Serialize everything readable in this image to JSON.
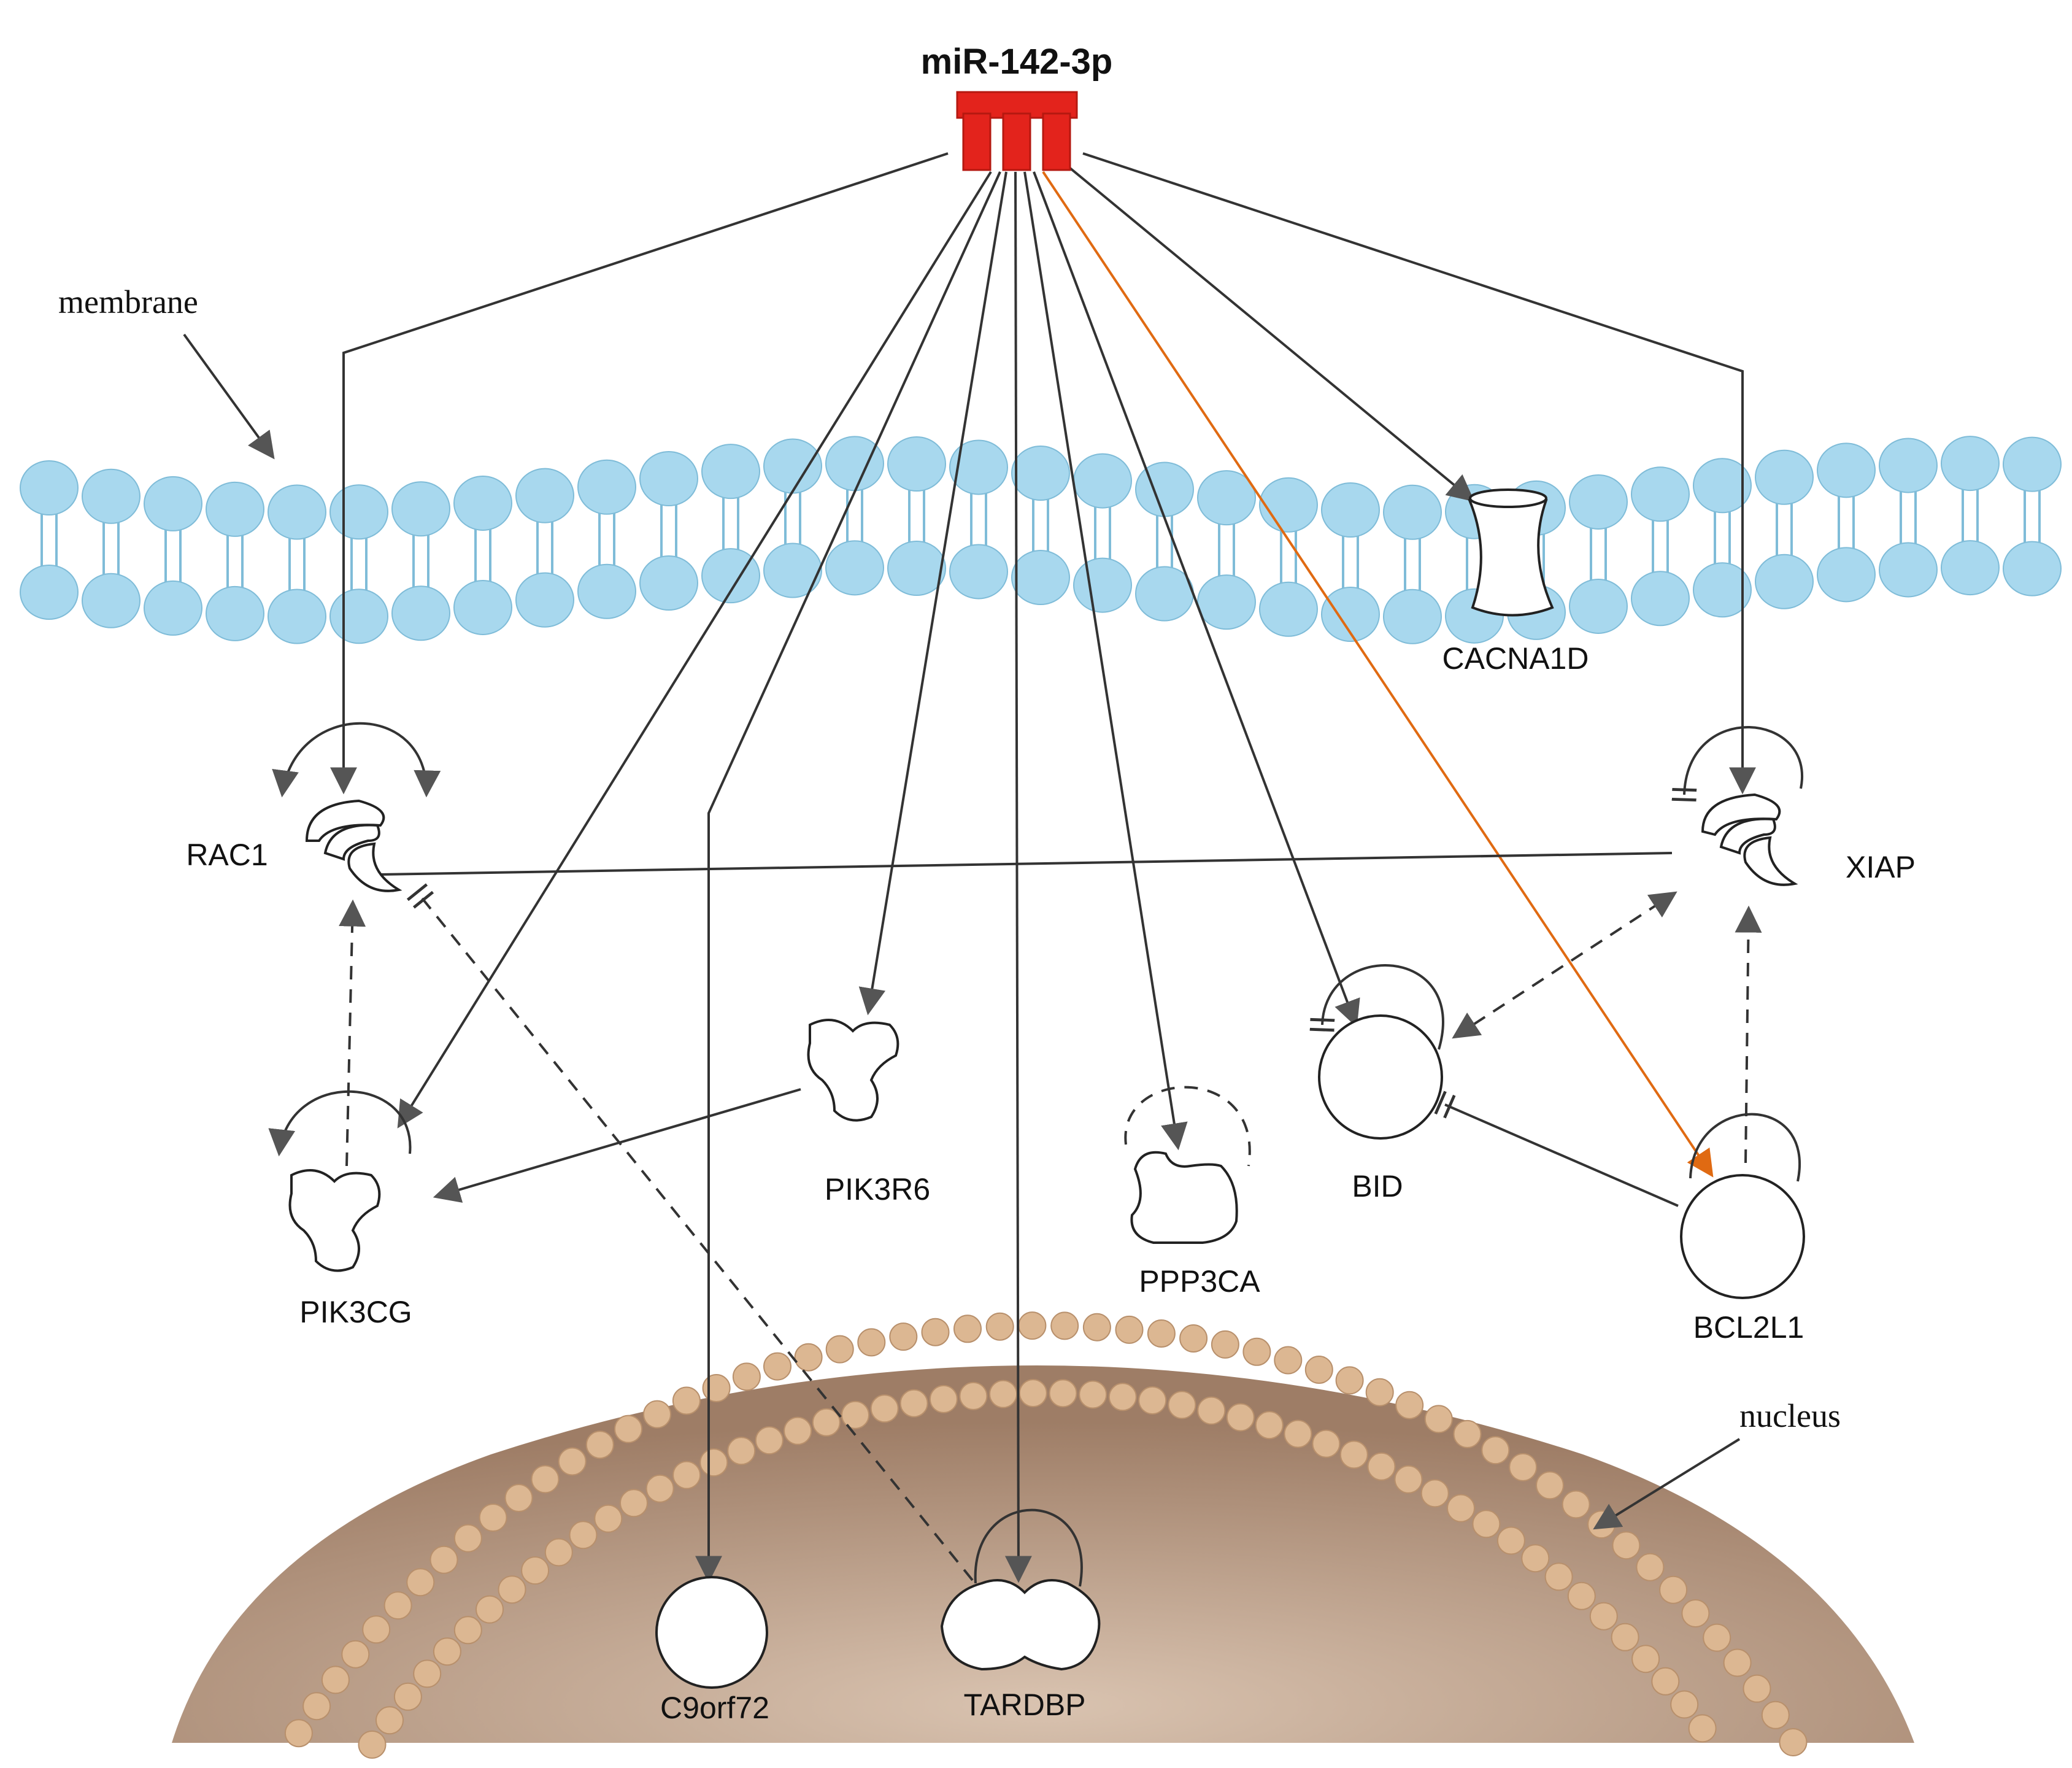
{
  "source": {
    "label": "miR-142-3p",
    "color": "#e3231c"
  },
  "annotations": {
    "membrane": "membrane",
    "nucleus": "nucleus"
  },
  "nodes": {
    "rac1": "RAC1",
    "xiap": "XIAP",
    "cacna1d": "CACNA1D",
    "pik3r6": "PIK3R6",
    "pik3cg": "PIK3CG",
    "ppp3ca": "PPP3CA",
    "bid": "BID",
    "bcl2l1": "BCL2L1",
    "c9orf72": "C9orf72",
    "tardbp": "TARDBP"
  },
  "colors": {
    "membrane_head": "#a8d8ee",
    "membrane_head_stroke": "#7fbcd8",
    "nucleus_head": "#dcb792",
    "nucleus_fill": "#c7a98f",
    "edge": "#333333",
    "highlight_edge": "#e06a12"
  }
}
